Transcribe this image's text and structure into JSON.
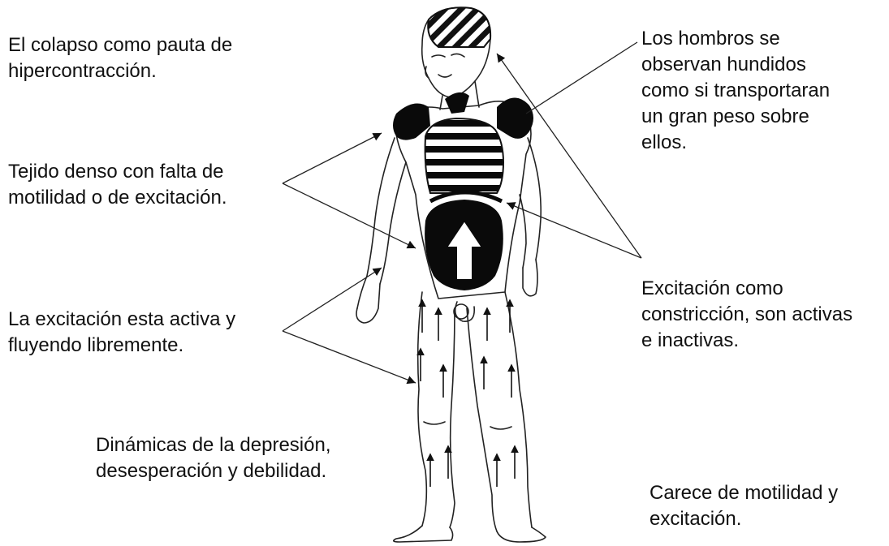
{
  "labels": {
    "collapse": "El colapso como pauta de\nhipercontracción.",
    "dense_tissue": "Tejido denso con falta de\nmotilidad o de excitación.",
    "active_excitation": "La excitación esta activa y\nfluyendo libremente.",
    "dynamics": "Dinámicas de la depresión,\ndesesperación y debilidad.",
    "shoulders": "Los hombros se\nobservan hundidos\ncomo si transportaran\nun gran peso sobre\nellos.",
    "constriction": "Excitación como\nconstricción, son activas\ne inactivas.",
    "no_motility": "Carece de motilidad y\nexcitación."
  },
  "colors": {
    "ink": "#111111",
    "dense_fill": "#0a0a0a",
    "background": "#ffffff"
  }
}
